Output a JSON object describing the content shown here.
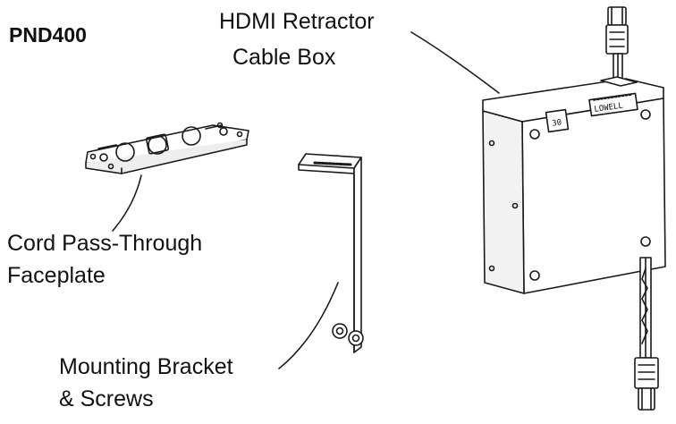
{
  "title": "PND400",
  "labels": {
    "hdmi_box_line1": "HDMI Retractor",
    "hdmi_box_line2": "Cable Box",
    "faceplate_line1": "Cord Pass-Through",
    "faceplate_line2": "Faceplate",
    "bracket_line1": "Mounting Bracket",
    "bracket_line2": "& Screws"
  },
  "box_markings": {
    "brand": "LOWELL",
    "small_badge": "30"
  },
  "colors": {
    "line": "#1a1a1a",
    "fill": "#ffffff",
    "shade": "#d8d8d8"
  }
}
